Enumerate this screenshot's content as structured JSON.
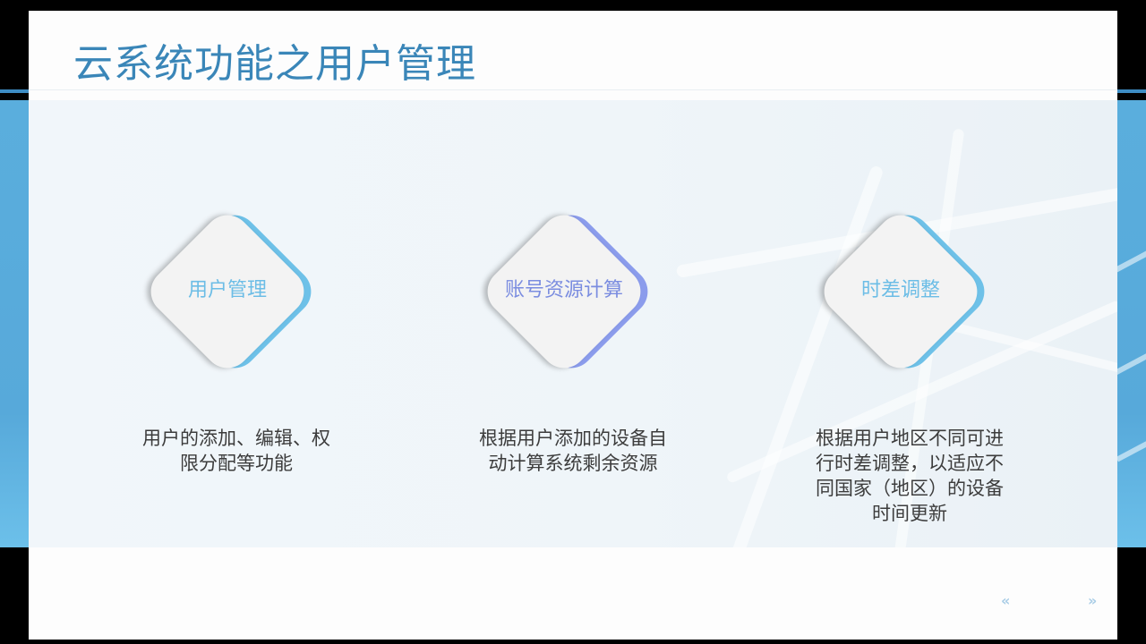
{
  "slide": {
    "title": "云系统功能之用户管理",
    "colors": {
      "title": "#3a86b8",
      "accent_blue": "#6ec1e8",
      "accent_indigo": "#8b9cec",
      "label_blue": "#6cbde6",
      "label_indigo": "#7b8de0",
      "side_band": "#5aaedd"
    },
    "features": [
      {
        "label": "用户管理",
        "description_lines": [
          "用户的添加、编辑、权",
          "限分配等功能"
        ]
      },
      {
        "label": "账号资源计算",
        "description_lines": [
          "根据用户添加的设备自",
          "动计算系统剩余资源"
        ]
      },
      {
        "label": "时差调整",
        "description_lines": [
          "根据用户地区不同可进",
          "行时差调整，以适应不",
          "同国家（地区）的设备",
          "时间更新"
        ]
      }
    ]
  },
  "navigation": {
    "prev_icon": "‹‹",
    "next_icon": "››",
    "prev": "«",
    "next": "»"
  }
}
